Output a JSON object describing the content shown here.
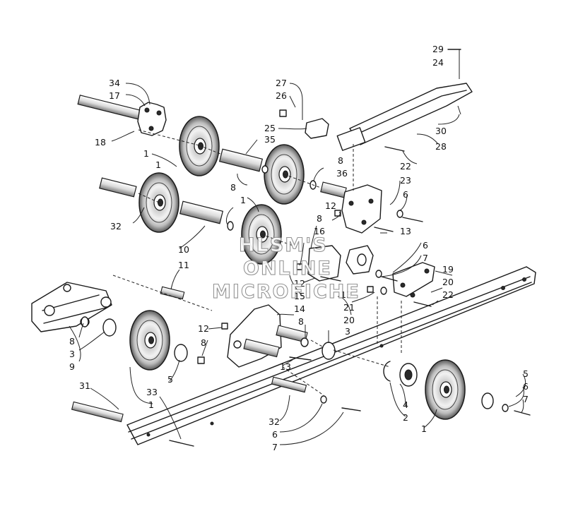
{
  "watermark": {
    "line1": "HLSM'S",
    "line2": "ONLINE",
    "line3": "MICROFICHE"
  },
  "callouts": [
    {
      "id": "c29",
      "text": "29"
    },
    {
      "id": "c24",
      "text": "24"
    },
    {
      "id": "c27",
      "text": "27"
    },
    {
      "id": "c26",
      "text": "26"
    },
    {
      "id": "c34",
      "text": "34"
    },
    {
      "id": "c17",
      "text": "17"
    },
    {
      "id": "c18",
      "text": "18"
    },
    {
      "id": "c25",
      "text": "25"
    },
    {
      "id": "c35",
      "text": "35"
    },
    {
      "id": "c30",
      "text": "30"
    },
    {
      "id": "c28",
      "text": "28"
    },
    {
      "id": "c22a",
      "text": "22"
    },
    {
      "id": "c1a",
      "text": "1"
    },
    {
      "id": "c8a",
      "text": "8"
    },
    {
      "id": "c36",
      "text": "36"
    },
    {
      "id": "c23",
      "text": "23"
    },
    {
      "id": "c6a",
      "text": "6"
    },
    {
      "id": "c8b",
      "text": "8"
    },
    {
      "id": "c1b",
      "text": "1"
    },
    {
      "id": "c12a",
      "text": "12"
    },
    {
      "id": "c1c",
      "text": "1"
    },
    {
      "id": "c32a",
      "text": "32"
    },
    {
      "id": "c8c",
      "text": "8"
    },
    {
      "id": "c16",
      "text": "16"
    },
    {
      "id": "c13a",
      "text": "13"
    },
    {
      "id": "c10",
      "text": "10"
    },
    {
      "id": "c6b",
      "text": "6"
    },
    {
      "id": "c7a",
      "text": "7"
    },
    {
      "id": "c11",
      "text": "11"
    },
    {
      "id": "c19",
      "text": "19"
    },
    {
      "id": "c12b",
      "text": "12"
    },
    {
      "id": "c13b",
      "text": "13"
    },
    {
      "id": "c20a",
      "text": "20"
    },
    {
      "id": "c22b",
      "text": "22"
    },
    {
      "id": "c15",
      "text": "15"
    },
    {
      "id": "c21",
      "text": "21"
    },
    {
      "id": "c14",
      "text": "14"
    },
    {
      "id": "c20b",
      "text": "20"
    },
    {
      "id": "c12c",
      "text": "12"
    },
    {
      "id": "c8d",
      "text": "8"
    },
    {
      "id": "c3a",
      "text": "3"
    },
    {
      "id": "c8e",
      "text": "8"
    },
    {
      "id": "c8f",
      "text": "8"
    },
    {
      "id": "c3b",
      "text": "3"
    },
    {
      "id": "c9",
      "text": "9"
    },
    {
      "id": "c13c",
      "text": "13"
    },
    {
      "id": "c5a",
      "text": "5"
    },
    {
      "id": "c31",
      "text": "31"
    },
    {
      "id": "c33",
      "text": "33"
    },
    {
      "id": "c1d",
      "text": "1"
    },
    {
      "id": "c5b",
      "text": "5"
    },
    {
      "id": "c6c",
      "text": "6"
    },
    {
      "id": "c7b",
      "text": "7"
    },
    {
      "id": "c4",
      "text": "4"
    },
    {
      "id": "c2",
      "text": "2"
    },
    {
      "id": "c1e",
      "text": "1"
    },
    {
      "id": "c32b",
      "text": "32"
    },
    {
      "id": "c6d",
      "text": "6"
    },
    {
      "id": "c7c",
      "text": "7"
    }
  ]
}
